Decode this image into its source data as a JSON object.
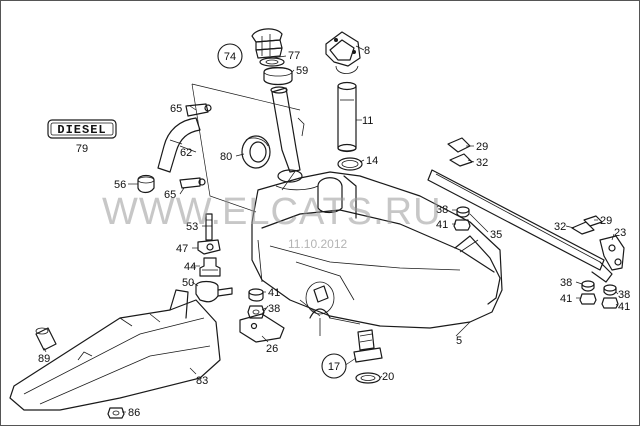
{
  "watermark": {
    "text": "WWW.ELCATS.RU",
    "date": "11.10.2012"
  },
  "plate": {
    "text": "DIESEL",
    "number": "79"
  },
  "labels": {
    "p74": "74",
    "p77": "77",
    "p59": "59",
    "p8": "8",
    "p65a": "65",
    "p11": "11",
    "p62": "62",
    "p80": "80",
    "p29a": "29",
    "p32a": "32",
    "p14": "14",
    "p56": "56",
    "p65b": "65",
    "p38a": "38",
    "p41a": "41",
    "p53": "53",
    "p35": "35",
    "p32b": "32",
    "p29b": "29",
    "p23": "23",
    "p47": "47",
    "p44": "44",
    "p50": "50",
    "p41b": "41",
    "p38b": "38",
    "p38c": "38",
    "p41c": "41",
    "p38d": "38",
    "p41d": "41",
    "p26": "26",
    "p5": "5",
    "p89": "89",
    "p17": "17",
    "p20": "20",
    "p83": "83",
    "p86": "86"
  }
}
